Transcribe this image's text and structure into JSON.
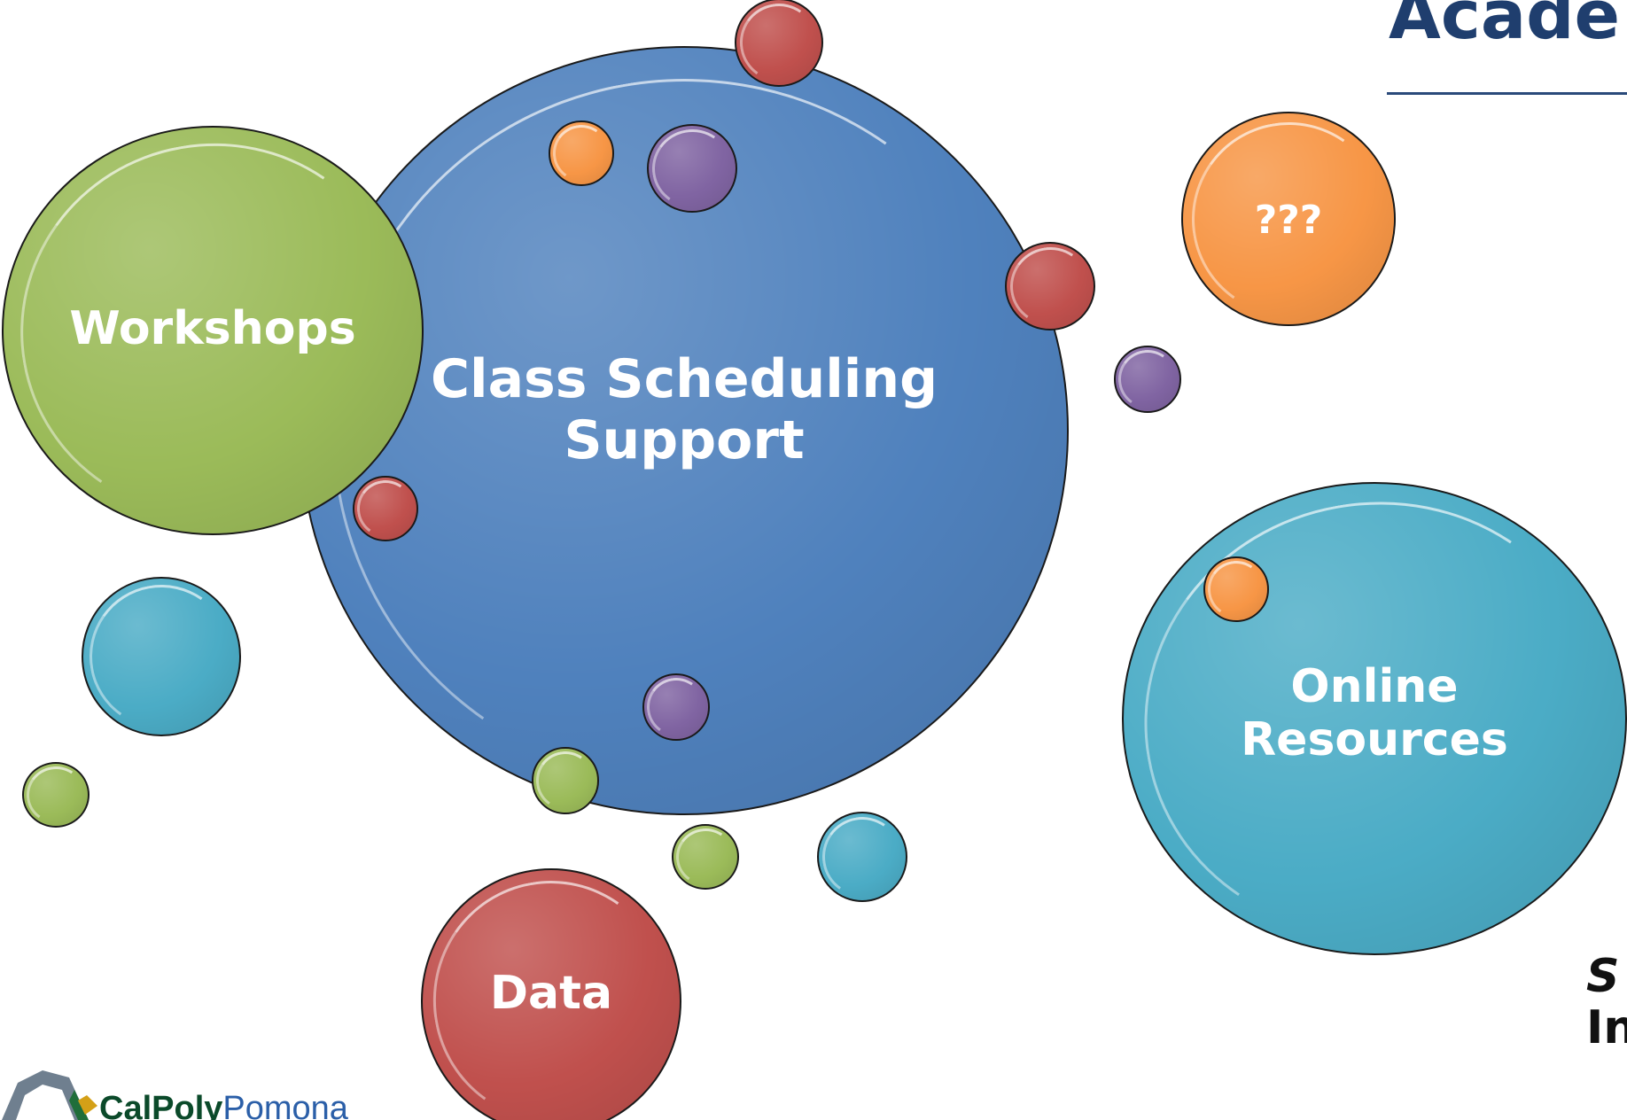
{
  "slide": {
    "heading": "Acade",
    "side_text_1": "S",
    "side_text_2": "In"
  },
  "bubbles": {
    "class_scheduling": {
      "label_line1": "Class Scheduling",
      "label_line2": "Support",
      "color": "#4f81bd"
    },
    "workshops": {
      "label": "Workshops",
      "color": "#9bbb59"
    },
    "unknown": {
      "label": "???",
      "color": "#f79646"
    },
    "online_resources": {
      "label_line1": "Online",
      "label_line2": "Resources",
      "color": "#4bacc6"
    },
    "data": {
      "label": "Data",
      "color": "#c0504d"
    }
  },
  "colors": {
    "red": "#c0504d",
    "orange": "#f79646",
    "purple": "#8064a2",
    "teal": "#4bacc6",
    "green": "#9bbb59",
    "heading": "#1f3e6e"
  },
  "logo": {
    "part1": "CalPoly",
    "part2": "Pomona"
  }
}
